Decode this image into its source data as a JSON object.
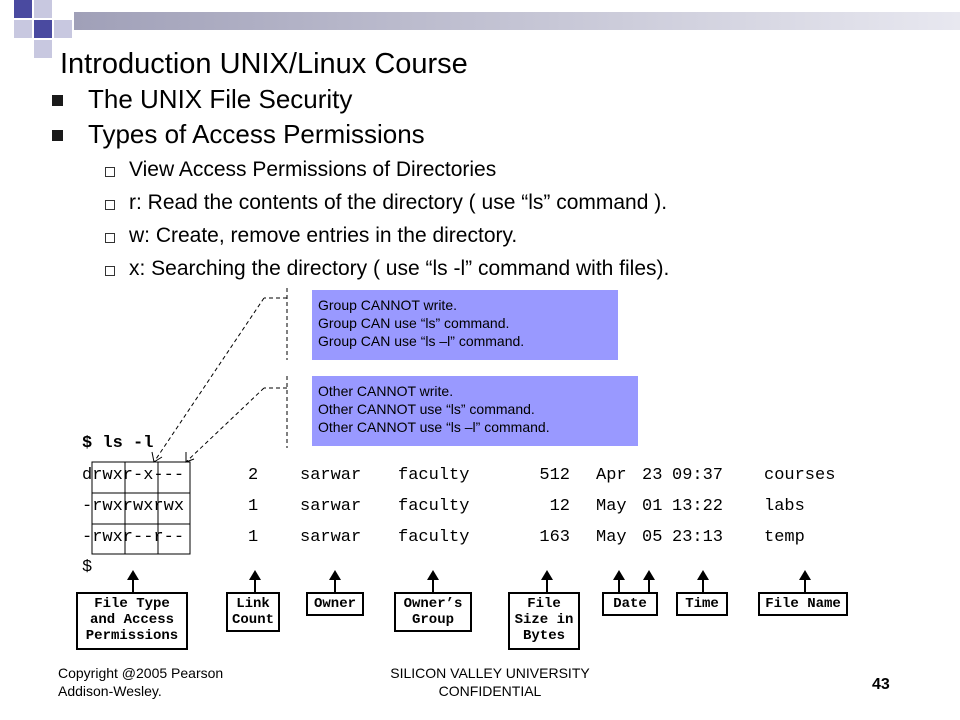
{
  "slide": {
    "title": "Introduction UNIX/Linux Course",
    "bullets": [
      "The UNIX File Security",
      "Types of Access Permissions"
    ],
    "subbullets": [
      "View Access Permissions of Directories",
      "r: Read the contents of the directory ( use “ls” command ).",
      "w: Create, remove entries in the directory.",
      "x: Searching the directory ( use “ls  -l” command with files)."
    ]
  },
  "callouts": {
    "group": [
      "Group CANNOT write.",
      "Group CAN use “ls” command.",
      "Group CAN use “ls –l” command."
    ],
    "other": [
      "Other CANNOT write.",
      "Other CANNOT use “ls” command.",
      "Other CANNOT use “ls –l” command."
    ]
  },
  "terminal": {
    "command": "$ ls -l",
    "prompt": "$",
    "rows": [
      {
        "perms": "drwxr-x---",
        "links": "2",
        "owner": "sarwar",
        "group": "faculty",
        "size": "512",
        "month": "Apr",
        "day": "23",
        "time": "09:37",
        "name": "courses"
      },
      {
        "perms": "-rwxrwxrwx",
        "links": "1",
        "owner": "sarwar",
        "group": "faculty",
        "size": "12",
        "month": "May",
        "day": "01",
        "time": "13:22",
        "name": "labs"
      },
      {
        "perms": "-rwxr--r--",
        "links": "1",
        "owner": "sarwar",
        "group": "faculty",
        "size": "163",
        "month": "May",
        "day": "05",
        "time": "23:13",
        "name": "temp"
      }
    ]
  },
  "labels": {
    "file_type": "File Type and Access Permissions",
    "link_count": "Link Count",
    "owner": "Owner",
    "owners_group": "Owner’s Group",
    "file_size": "File Size in Bytes",
    "date": "Date",
    "time": "Time",
    "file_name": "File Name"
  },
  "footer": {
    "copyright": "Copyright @2005 Pearson Addison-Wesley.",
    "center": "SILICON VALLEY UNIVERSITY CONFIDENTIAL",
    "page": "43"
  },
  "colors": {
    "callout_bg": "#9999ff",
    "header_bar": "#c0c0c0",
    "header_square": "#4a4aa0"
  }
}
